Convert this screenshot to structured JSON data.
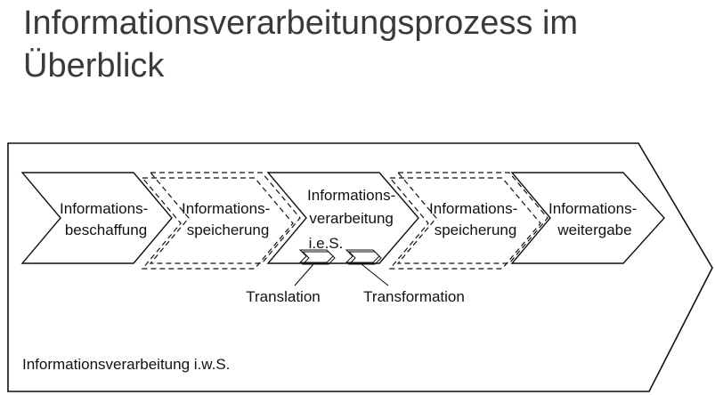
{
  "title": {
    "line1": "Informationsverarbeitungsprozess im",
    "line2": "Überblick"
  },
  "steps": [
    {
      "line1": "Informations-",
      "line2": "beschaffung",
      "line3": ""
    },
    {
      "line1": "Informations-",
      "line2": "speicherung",
      "line3": ""
    },
    {
      "line1": "Informations-",
      "line2": "verarbeitung",
      "line3": "i.e.S."
    },
    {
      "line1": "Informations-",
      "line2": "speicherung",
      "line3": ""
    },
    {
      "line1": "Informations-",
      "line2": "weitergabe",
      "line3": ""
    }
  ],
  "sub_labels": {
    "translation": "Translation",
    "transformation": "Transformation"
  },
  "outer_label": "Informationsverarbeitung i.w.S."
}
